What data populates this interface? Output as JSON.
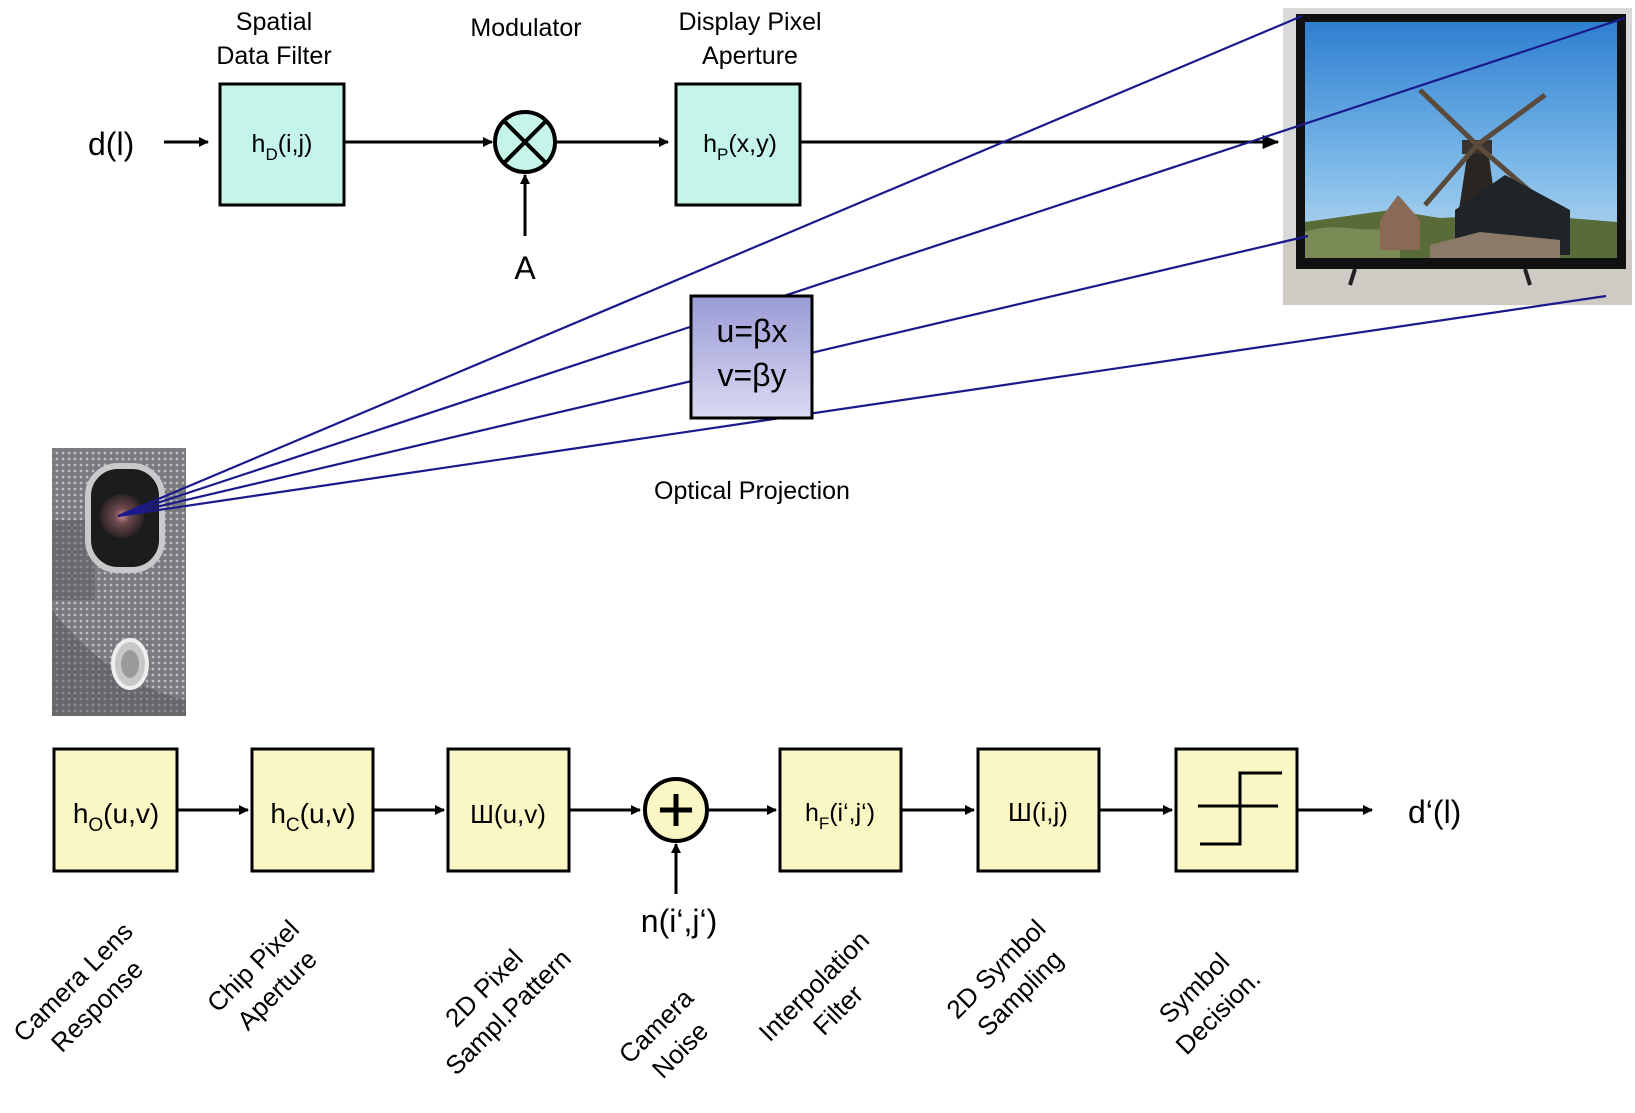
{
  "transmitter": {
    "input": "d(l)",
    "spatial_filter": {
      "caption_line1": "Spatial",
      "caption_line2": "Data Filter",
      "func": "h",
      "sub": "D",
      "args": "(i,j)"
    },
    "modulator": {
      "caption": "Modulator",
      "control": "A"
    },
    "pixel_aperture": {
      "caption_line1": "Display Pixel",
      "caption_line2": "Aperture",
      "func": "h",
      "sub": "P",
      "args": "(x,y)"
    }
  },
  "projection": {
    "eq1": "u=βx",
    "eq2": "v=βy",
    "caption": "Optical Projection"
  },
  "receiver": {
    "blocks": [
      {
        "func": "h",
        "sub": "O",
        "args": "(u,v)",
        "caption_line1": "Camera Lens",
        "caption_line2": "Response"
      },
      {
        "func": "h",
        "sub": "C",
        "args": "(u,v)",
        "caption_line1": "Chip Pixel",
        "caption_line2": "Aperture"
      },
      {
        "func": "Ш",
        "sub": "",
        "args": "(u,v)",
        "caption_line1": "2D Pixel",
        "caption_line2": "Sampl.Pattern"
      },
      {
        "func": "h",
        "sub": "F",
        "args": "(i‘,j‘)",
        "caption_line1": "Interpolation",
        "caption_line2": "Filter"
      },
      {
        "func": "Ш",
        "sub": "",
        "args": "(i,j)",
        "caption_line1": "2D Symbol",
        "caption_line2": "Sampling"
      },
      {
        "caption_line1": "Symbol",
        "caption_line2": "Decision."
      }
    ],
    "noise": {
      "label": "n(i‘,j‘)",
      "caption_line1": "Camera",
      "caption_line2": "Noise"
    },
    "output": "d‘(l)"
  },
  "colors": {
    "tx_block": "#c4f5e8",
    "rx_block": "#fbf7c4",
    "projection_top": "#9a9ad6",
    "projection_bottom": "#dadaf2",
    "rays": "#1a1a8c"
  }
}
